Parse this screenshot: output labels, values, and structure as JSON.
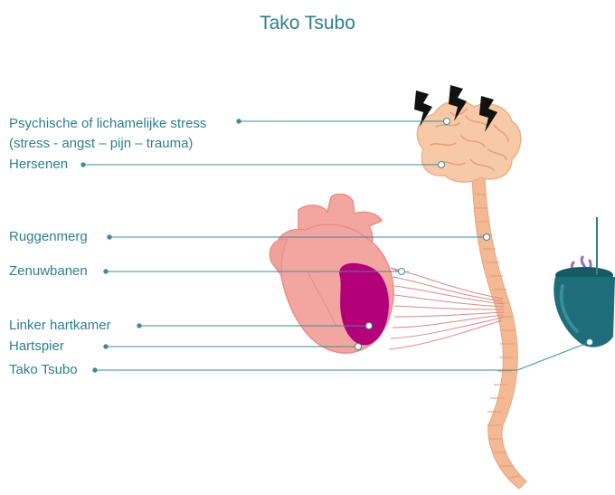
{
  "title": "Tako Tsubo",
  "labels": {
    "stress": "Psychische of lichamelijke stress",
    "stress_sub": "(stress - angst – pijn – trauma)",
    "brain": "Hersenen",
    "spinal_cord": "Ruggenmerg",
    "nerves": "Zenuwbanen",
    "left_ventricle": "Linker hartkamer",
    "heart_muscle": "Hartspier",
    "tako_tsubo": "Tako Tsubo"
  },
  "colors": {
    "text": "#2f7f8d",
    "leader": "#3f8b97",
    "brain": "#f7c9a6",
    "spine": "#f3b995",
    "heart": "#f3a6a0",
    "ventricle": "#b3007a",
    "pot": "#1f6c7a",
    "octopus": "#a06bb8"
  },
  "icons": [
    "lightning-bolt-icon",
    "brain-illustration",
    "heart-illustration",
    "octopus-pot-illustration"
  ]
}
